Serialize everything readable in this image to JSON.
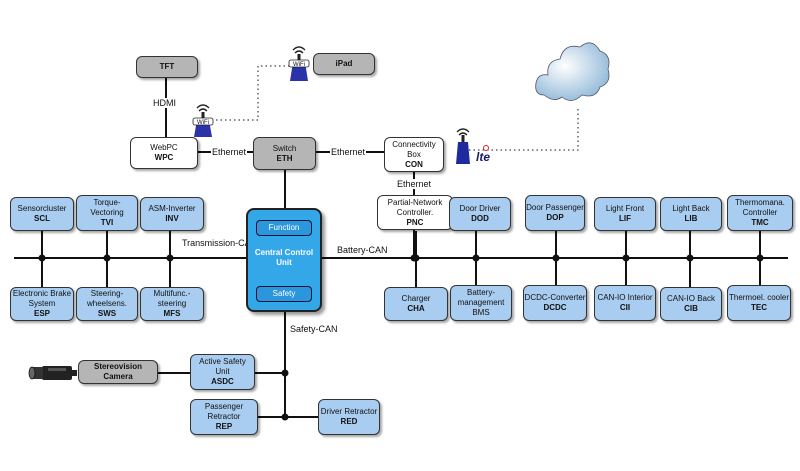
{
  "colors": {
    "ecu": "#a9cdf0",
    "gateway": "#ffffff",
    "peripheral": "#b5b5b5",
    "ccu": "#34a7e8",
    "line": "#111111"
  },
  "top": {
    "tft": "TFT",
    "ipad": "iPad",
    "hdmi": "HDMI",
    "webpc": {
      "name": "WebPC",
      "code": "WPC"
    },
    "switch": {
      "name": "Switch",
      "code": "ETH"
    },
    "con": {
      "name": "Connectivity Box",
      "code": "CON"
    },
    "pnc": {
      "name": "Partial-Network Controller.",
      "code": "PNC"
    },
    "eth1": "Ethernet",
    "eth2": "Ethernet",
    "eth3": "Ethernet"
  },
  "icons": {
    "wifi": "wifi-icon",
    "lte": "lte-icon",
    "cloud": "cloud-icon",
    "camera": "camera-icon"
  },
  "ccu": {
    "top": "Function",
    "name": "Central Control Unit",
    "bottom": "Safety"
  },
  "bus": {
    "transmission": "Transmission-CAN",
    "battery": "Battery-CAN",
    "safety": "Safety-CAN"
  },
  "left_top": [
    {
      "name": "Sensorcluster",
      "code": "SCL"
    },
    {
      "name": "Torque-Vectoring",
      "code": "TVI"
    },
    {
      "name": "ASM-Inverter",
      "code": "INV"
    }
  ],
  "left_bottom": [
    {
      "name": "Electronic Brake System",
      "code": "ESP"
    },
    {
      "name": "Steering-wheelsens.",
      "code": "SWS"
    },
    {
      "name": "Multifunc.-steering",
      "code": "MFS"
    }
  ],
  "right_top": [
    {
      "name": "Door Driver",
      "code": "DOD"
    },
    {
      "name": "Door Passenger",
      "code": "DOP"
    },
    {
      "name": "Light Front",
      "code": "LIF"
    },
    {
      "name": "Light Back",
      "code": "LIB"
    },
    {
      "name": "Thermomana. Controller",
      "code": "TMC"
    }
  ],
  "right_bottom": [
    {
      "name": "Charger",
      "code": "CHA"
    },
    {
      "name": "Battery-management",
      "code": "BMS"
    },
    {
      "name": "DCDC-Converter",
      "code": "DCDC"
    },
    {
      "name": "CAN-IO Interior",
      "code": "CII"
    },
    {
      "name": "CAN-IO Back",
      "code": "CIB"
    },
    {
      "name": "Thermoel. cooler",
      "code": "TEC"
    }
  ],
  "safety": {
    "camera": {
      "name": "Stereovision",
      "code": "Camera"
    },
    "asdc": {
      "name": "Active Safety Unit",
      "code": "ASDC"
    },
    "rep": {
      "name": "Passenger Retractor",
      "code": "REP"
    },
    "red": {
      "name": "Driver Retractor",
      "code": "RED"
    }
  }
}
